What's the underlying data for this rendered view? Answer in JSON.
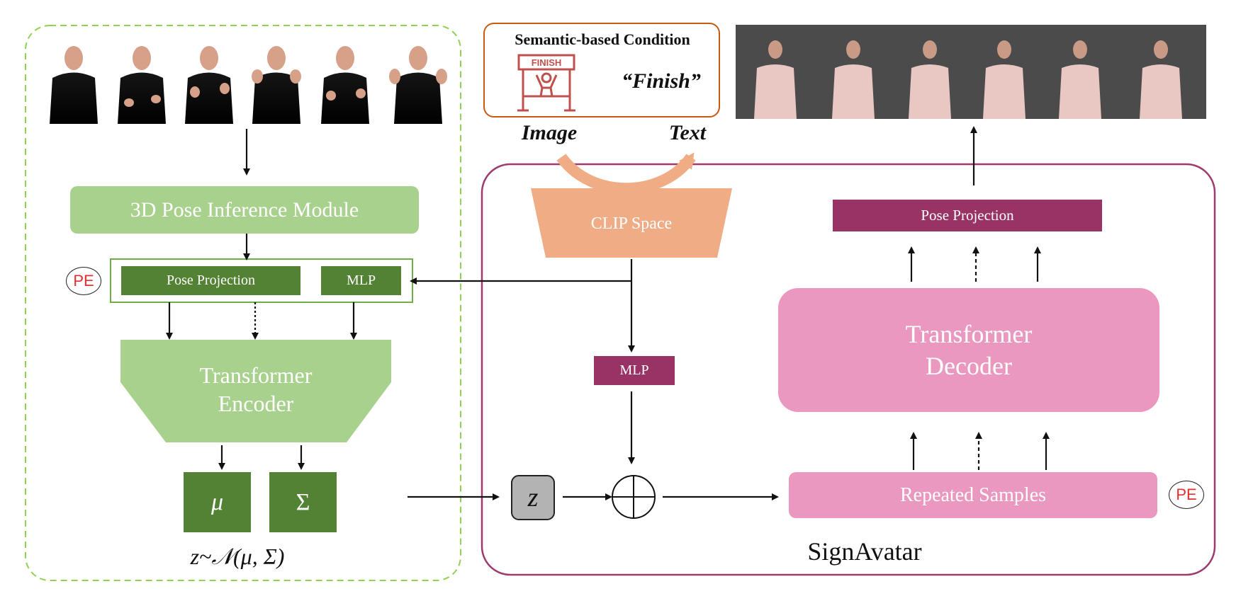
{
  "encoder": {
    "pose_inference": "3D Pose Inference Module",
    "pose_projection": "Pose Projection",
    "mlp": "MLP",
    "pe": "PE",
    "transformer_line1": "Transformer",
    "transformer_line2": "Encoder",
    "mu": "μ",
    "sigma": "Σ",
    "distribution": "z~𝒩(μ, Σ)"
  },
  "condition": {
    "title": "Semantic-based Condition",
    "sign_text": "FINISH",
    "quote": "“Finish”",
    "image_label": "Image",
    "text_label": "Text",
    "clip": "CLIP Space"
  },
  "decoder": {
    "mlp": "MLP",
    "z": "z",
    "pose_projection": "Pose Projection",
    "transformer_line1": "Transformer",
    "transformer_line2": "Decoder",
    "repeated": "Repeated Samples",
    "pe": "PE",
    "name": "SignAvatar"
  },
  "colors": {
    "green_light": "#a9d18e",
    "green_dark": "#548235",
    "maroon": "#993366",
    "pink": "#eb98c0",
    "clip_orange": "#f0ad85",
    "condition_border": "#c55a11",
    "signavatar_border": "#9e3a6e",
    "encoder_border": "#92d050"
  }
}
